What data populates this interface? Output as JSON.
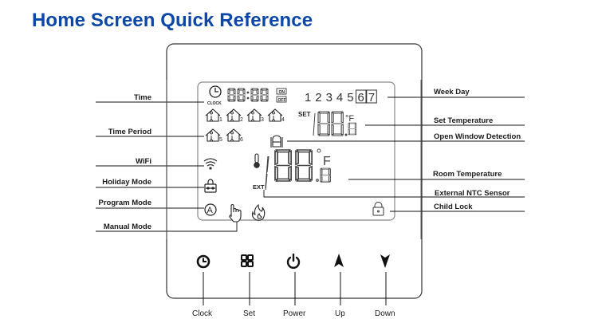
{
  "title": "Home Screen Quick Reference",
  "lcd": {
    "time_display": "88:88",
    "clock_label": "CLOCK",
    "on_label": "ON",
    "off_label": "OFF",
    "weekdays": [
      "1",
      "2",
      "3",
      "4",
      "5",
      "6",
      "7"
    ],
    "highlighted_weekdays": [
      "6",
      "7"
    ],
    "set_label": "SET",
    "set_unit": "°F",
    "room_unit": "F",
    "ext_label": "EXT",
    "period_numbers": [
      "1",
      "2",
      "3",
      "4",
      "5",
      "6"
    ]
  },
  "left_labels": {
    "time": "Time",
    "time_period": "Time Period",
    "wifi": "WiFi",
    "holiday_mode": "Holiday Mode",
    "program_mode": "Program Mode",
    "manual_mode": "Manual Mode"
  },
  "right_labels": {
    "week_day": "Week Day",
    "set_temperature": "Set Temperature",
    "open_window_detection": "Open Window Detection",
    "room_temperature": "Room Temperature",
    "external_ntc_sensor": "External NTC Sensor",
    "child_lock": "Child Lock"
  },
  "buttons": [
    {
      "label": "Clock",
      "icon": "clock-icon"
    },
    {
      "label": "Set",
      "icon": "grid-icon"
    },
    {
      "label": "Power",
      "icon": "power-icon"
    },
    {
      "label": "Up",
      "icon": "arrow-up-icon"
    },
    {
      "label": "Down",
      "icon": "arrow-down-icon"
    }
  ],
  "colors": {
    "title": "#0b47a8",
    "line": "#111111",
    "frame": "#333333",
    "lcd_frame": "#777777"
  }
}
